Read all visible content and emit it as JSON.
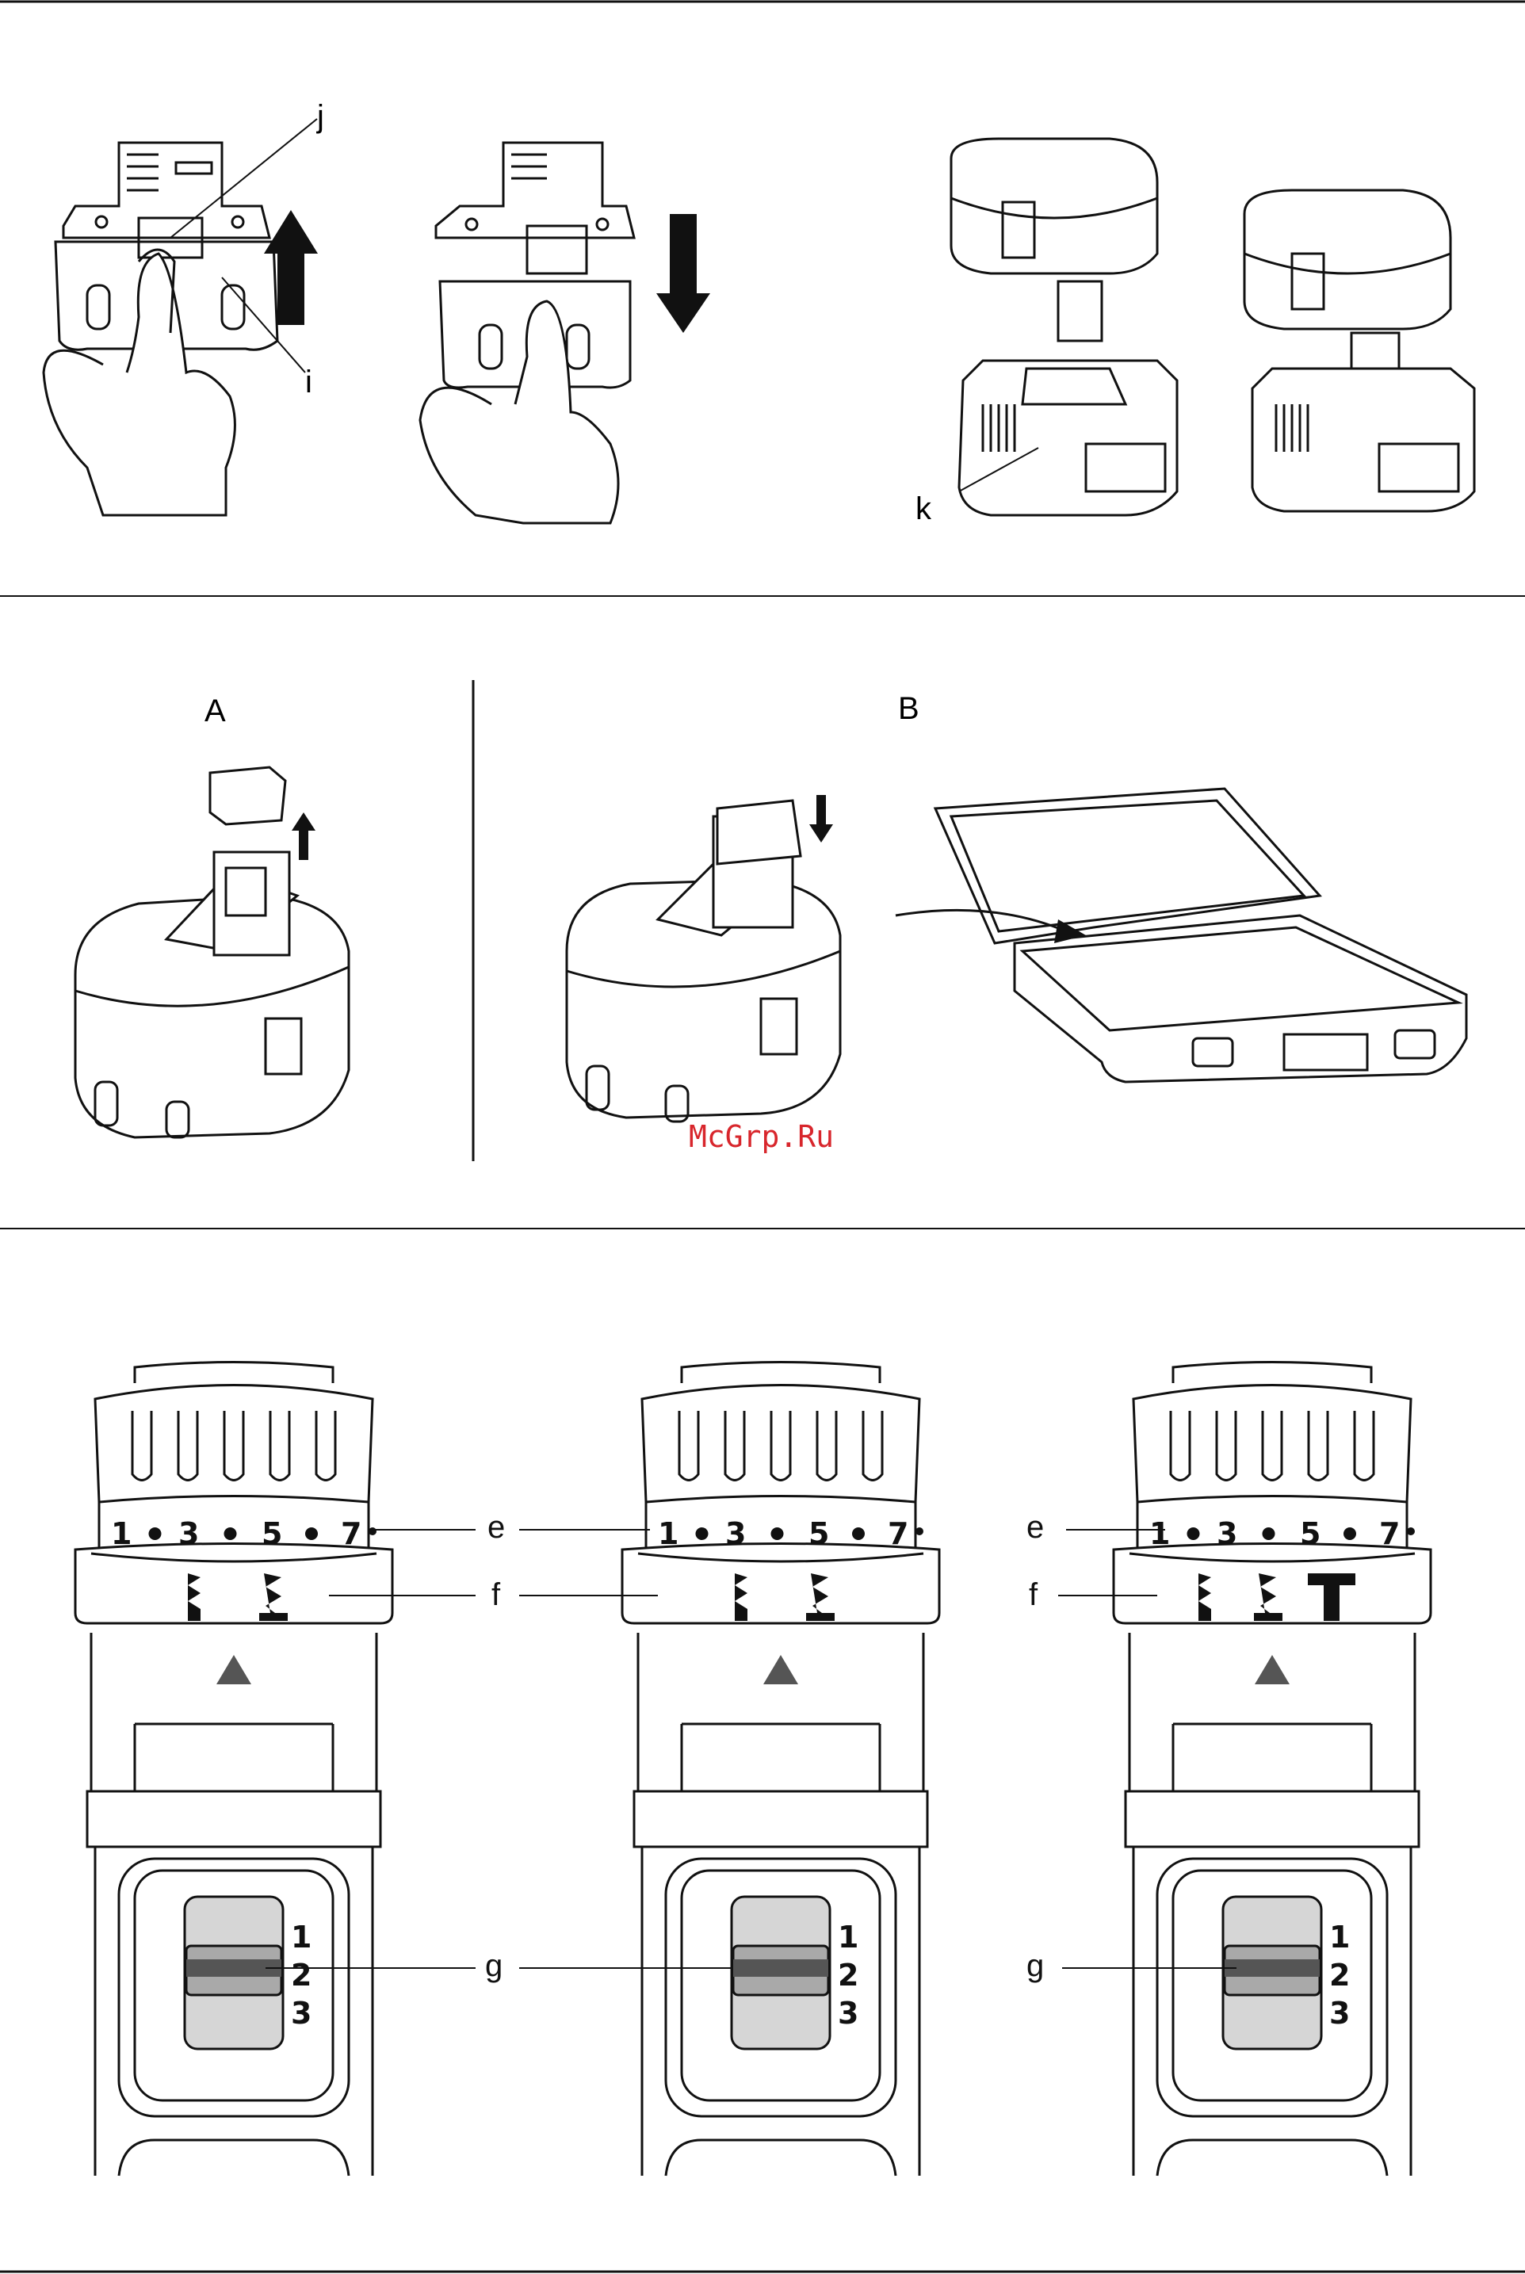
{
  "top": {
    "labels": {
      "j": "j",
      "i": "i",
      "k": "k"
    }
  },
  "middle": {
    "labels": {
      "A": "A",
      "B": "B"
    },
    "watermark": "McGrp.Ru"
  },
  "bottom": {
    "drills": [
      {
        "dial_numbers": [
          "1",
          "3",
          "5",
          "7"
        ],
        "gear_numbers": [
          "1",
          "2",
          "3"
        ],
        "callouts": {
          "e": "e",
          "f": "f",
          "g": "g"
        },
        "has_hammer": false
      },
      {
        "dial_numbers": [
          "1",
          "3",
          "5",
          "7"
        ],
        "gear_numbers": [
          "1",
          "2",
          "3"
        ],
        "callouts": {},
        "has_hammer": false
      },
      {
        "dial_numbers": [
          "1",
          "3",
          "5",
          "7"
        ],
        "gear_numbers": [
          "1",
          "2",
          "3"
        ],
        "callouts": {
          "e": "e",
          "f": "f",
          "g": "g"
        },
        "has_hammer": true
      }
    ]
  },
  "colors": {
    "ink": "#111111",
    "watermark": "#d8262c",
    "selector_fill": "#d6d6d6",
    "selector_dark": "#555555",
    "arrow_fill": "#555555"
  }
}
